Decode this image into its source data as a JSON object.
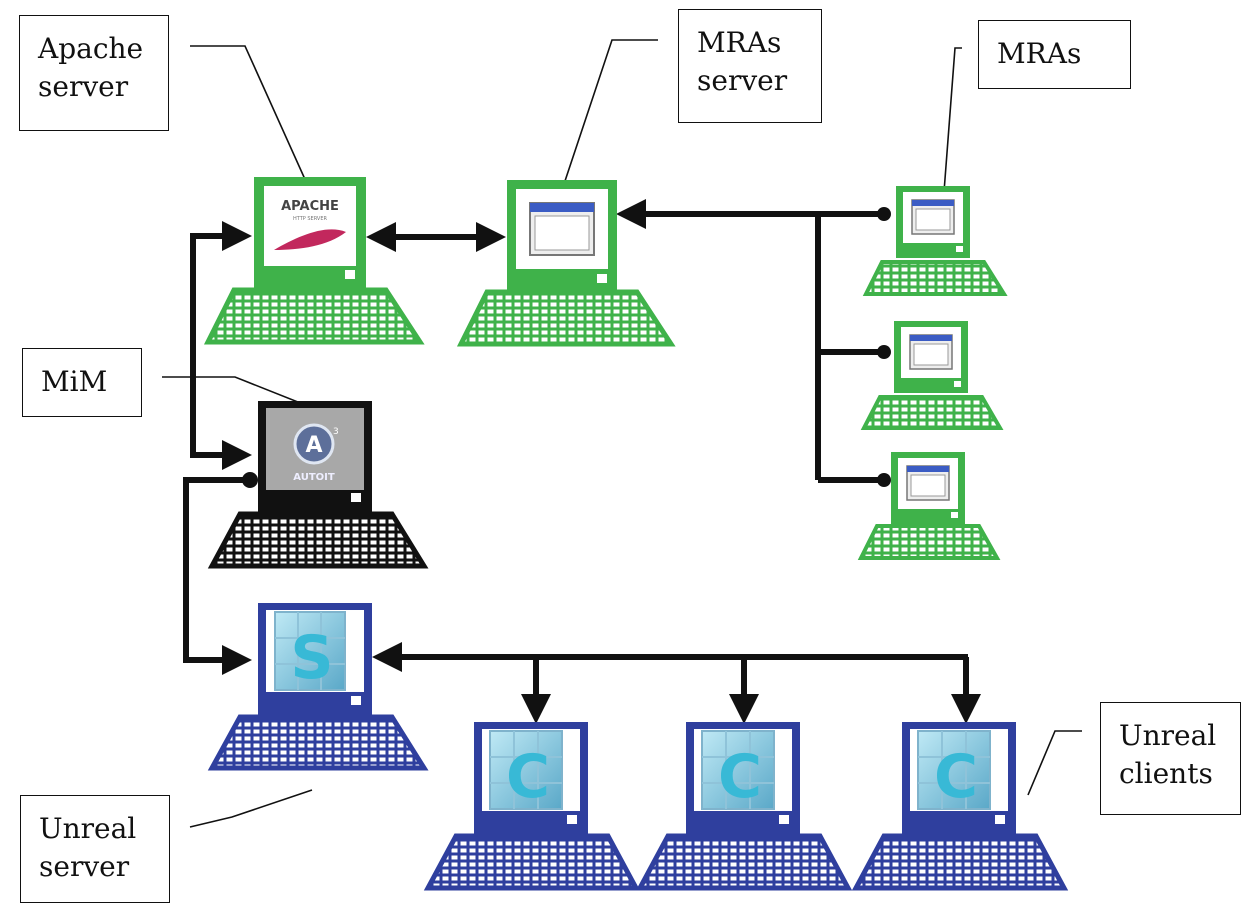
{
  "labels": {
    "apache_server": "Apache\nserver",
    "mras_server": "MRAs\nserver",
    "mras": "MRAs",
    "mim": "MiM",
    "unreal_server": "Unreal\nserver",
    "unreal_clients": "Unreal\nclients"
  },
  "screen_text": {
    "apache_logo": "APACHE",
    "apache_sub": "HTTP SERVER",
    "autoit_logo": "AUTOIT",
    "unreal_server_letter": "S",
    "unreal_client_letter": "C"
  },
  "colors": {
    "apache_group": "#3fb24a",
    "mras_group": "#3fb24a",
    "mim": "#111111",
    "unreal_group": "#2f3f9e",
    "keyboard_fill": "#ffffff",
    "arrow": "#111111"
  },
  "icons": [
    "apache-feather-icon",
    "app-window-icon",
    "autoit-logo-icon",
    "unreal-cube-icon"
  ]
}
